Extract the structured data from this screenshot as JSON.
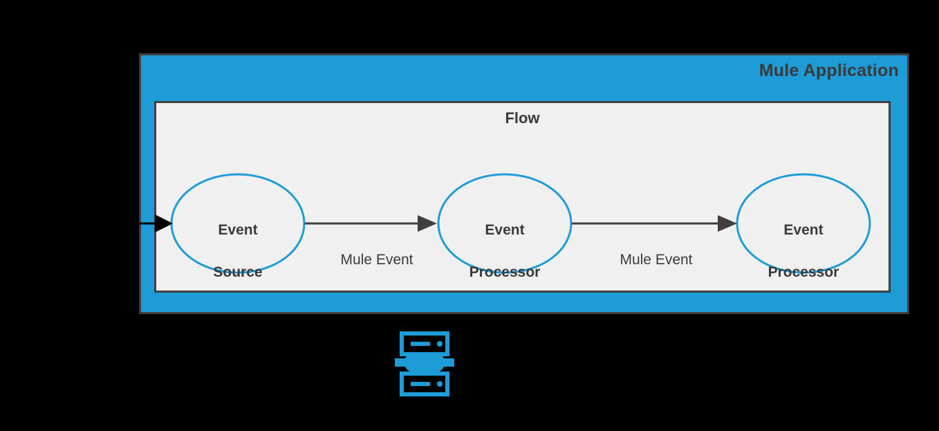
{
  "diagram": {
    "title": "Mule Application",
    "background_color": "#000000",
    "app_fill": "#1E9CD7",
    "border_color": "#3F3F3F",
    "flow_fill": "#F0F0F0",
    "node_stroke": "#1E9CD7",
    "text_color": "#3A3A3A",
    "arrow_color": "#3F3F3F"
  },
  "flow": {
    "title": "Flow",
    "nodes": [
      {
        "id": "event-source",
        "line1": "Event",
        "line2": "Source"
      },
      {
        "id": "event-processor-1",
        "line1": "Event",
        "line2": "Processor"
      },
      {
        "id": "event-processor-2",
        "line1": "Event",
        "line2": "Processor"
      }
    ],
    "edges": [
      {
        "id": "edge-1",
        "label": "Mule Event",
        "from": "event-source",
        "to": "event-processor-1"
      },
      {
        "id": "edge-2",
        "label": "Mule Event",
        "from": "event-processor-1",
        "to": "event-processor-2"
      }
    ],
    "inbound": {
      "id": "inbound-arrow",
      "label": ""
    }
  },
  "server_icon": {
    "name": "server-cluster-icon",
    "color": "#1E9CD7"
  }
}
